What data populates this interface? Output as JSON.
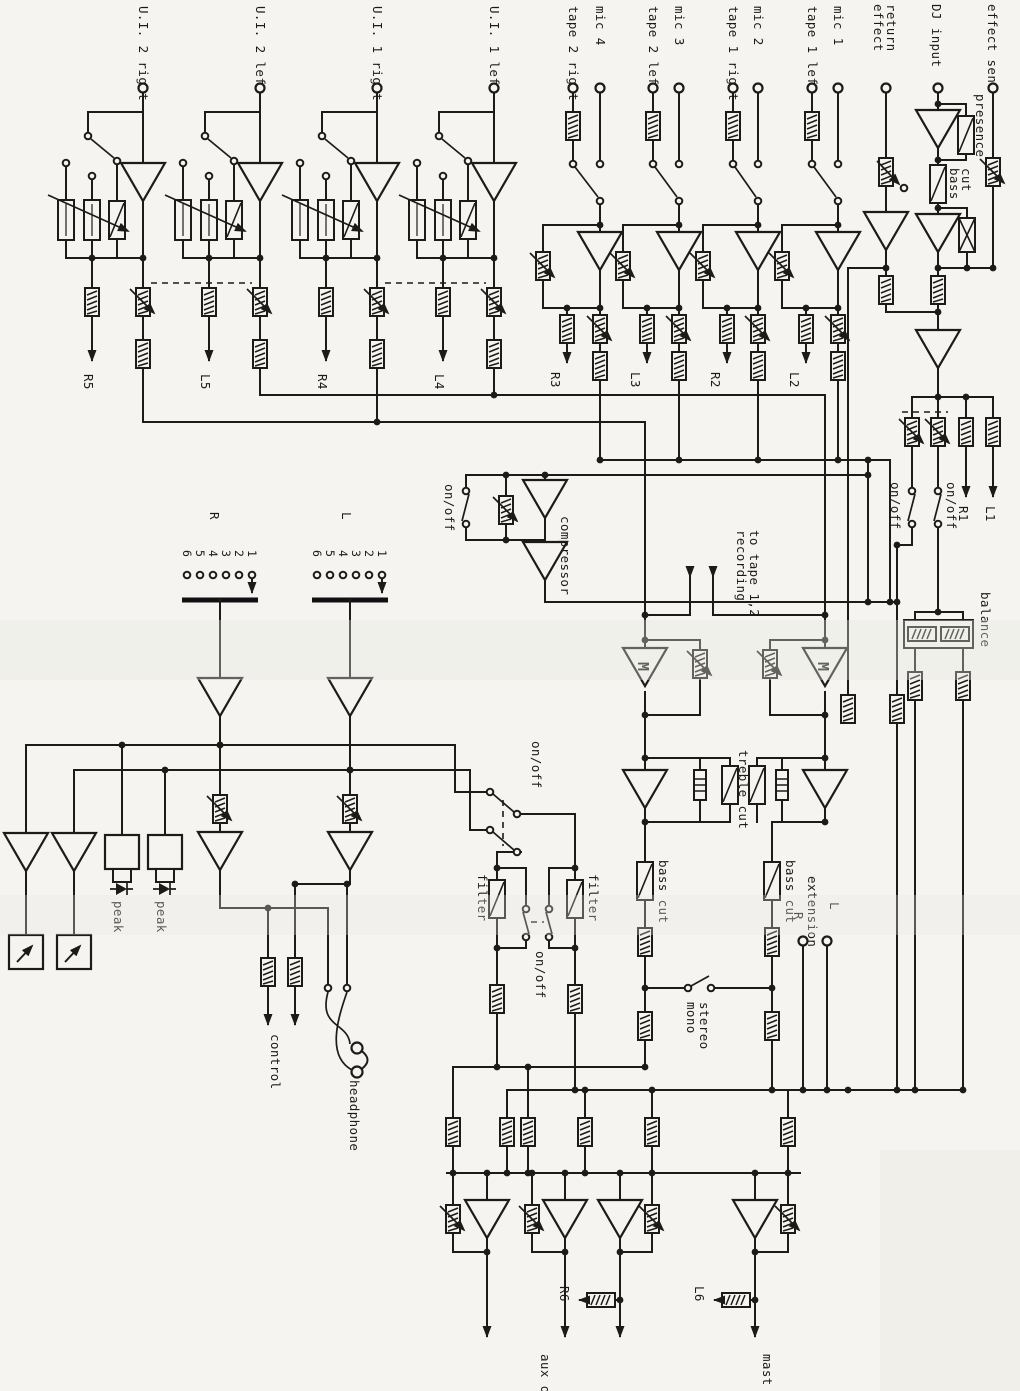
{
  "diagram_type": "audio mixer schematic (scanned, rotated 90°)",
  "colors": {
    "ink": "#1c1b17",
    "paper": "#f5f4f0"
  },
  "labels": {
    "ui_2_right": "U.I. 2 right",
    "ui_2_left": "U.I. 2 left",
    "ui_1_right": "U.I. 1 right",
    "ui_1_left": "U.I. 1 left",
    "tape_2_right": "tape 2 right",
    "mic_4": "mic 4",
    "tape_2_left": "tape 2 left",
    "mic_3": "mic 3",
    "tape_1_right": "tape 1 right",
    "mic_2": "mic 2",
    "tape_1_left": "tape 1 left",
    "mic_1": "mic 1",
    "effect": "effect",
    "return": "return",
    "dj_input": "DJ input",
    "effect_send": "effect send",
    "presence": "presence",
    "bass": "bass",
    "cut": "cut",
    "on_off": "on/off",
    "compressor": "compressor",
    "recording": "recording",
    "to_tape": "to tape 1,2",
    "balance": "balance",
    "bus_r": "R",
    "bus_l": "L",
    "numbers": [
      "1",
      "2",
      "3",
      "4",
      "5",
      "6"
    ],
    "m": "M",
    "peak": "peak",
    "control": "control",
    "headphone": "headphone",
    "treble_cut": "treble cut",
    "bass_cut": "bass cut",
    "filter": "filter",
    "mono": "mono",
    "stereo": "stereo",
    "extension": "extension",
    "ext_r": "R",
    "ext_l": "L",
    "r1": "R1",
    "l1": "L1",
    "r2": "R2",
    "l2": "L2",
    "r3": "R3",
    "l3": "L3",
    "r4": "R4",
    "l4": "L4",
    "r5": "R5",
    "l5": "L5",
    "r6": "R6",
    "l6": "L6",
    "aux_out": "aux o",
    "master_out": "mast"
  }
}
